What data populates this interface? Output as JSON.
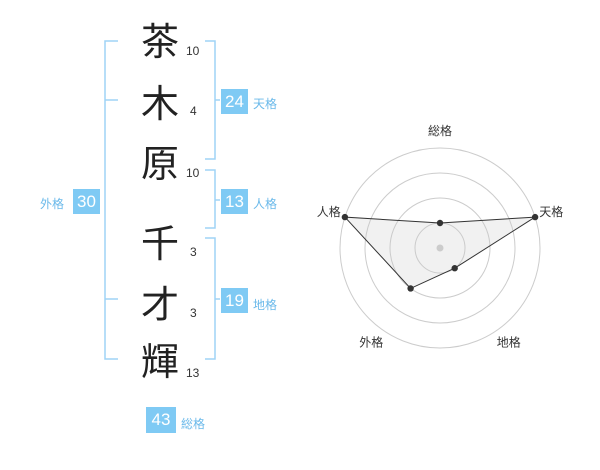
{
  "name_chars": [
    {
      "char": "茶",
      "strokes": "10"
    },
    {
      "char": "木",
      "strokes": "4"
    },
    {
      "char": "原",
      "strokes": "10"
    },
    {
      "char": "千",
      "strokes": "3"
    },
    {
      "char": "才",
      "strokes": "3"
    },
    {
      "char": "輝",
      "strokes": "13"
    }
  ],
  "kakusu": {
    "tenkaku": {
      "value": "24",
      "label": "天格"
    },
    "jinkaku": {
      "value": "13",
      "label": "人格"
    },
    "chikaku": {
      "value": "19",
      "label": "地格"
    },
    "gaikaku": {
      "value": "30",
      "label": "外格"
    },
    "soukaku": {
      "value": "43",
      "label": "総格"
    }
  },
  "colors": {
    "accent": "#7fcaf4",
    "label": "#6ab9ea",
    "bracket": "#9fd3f5"
  },
  "chart_data": {
    "type": "radar",
    "axes": [
      "総格",
      "天格",
      "地格",
      "外格",
      "人格"
    ],
    "values": [
      0.25,
      1.0,
      0.25,
      0.5,
      1.0
    ],
    "rings": 4
  }
}
